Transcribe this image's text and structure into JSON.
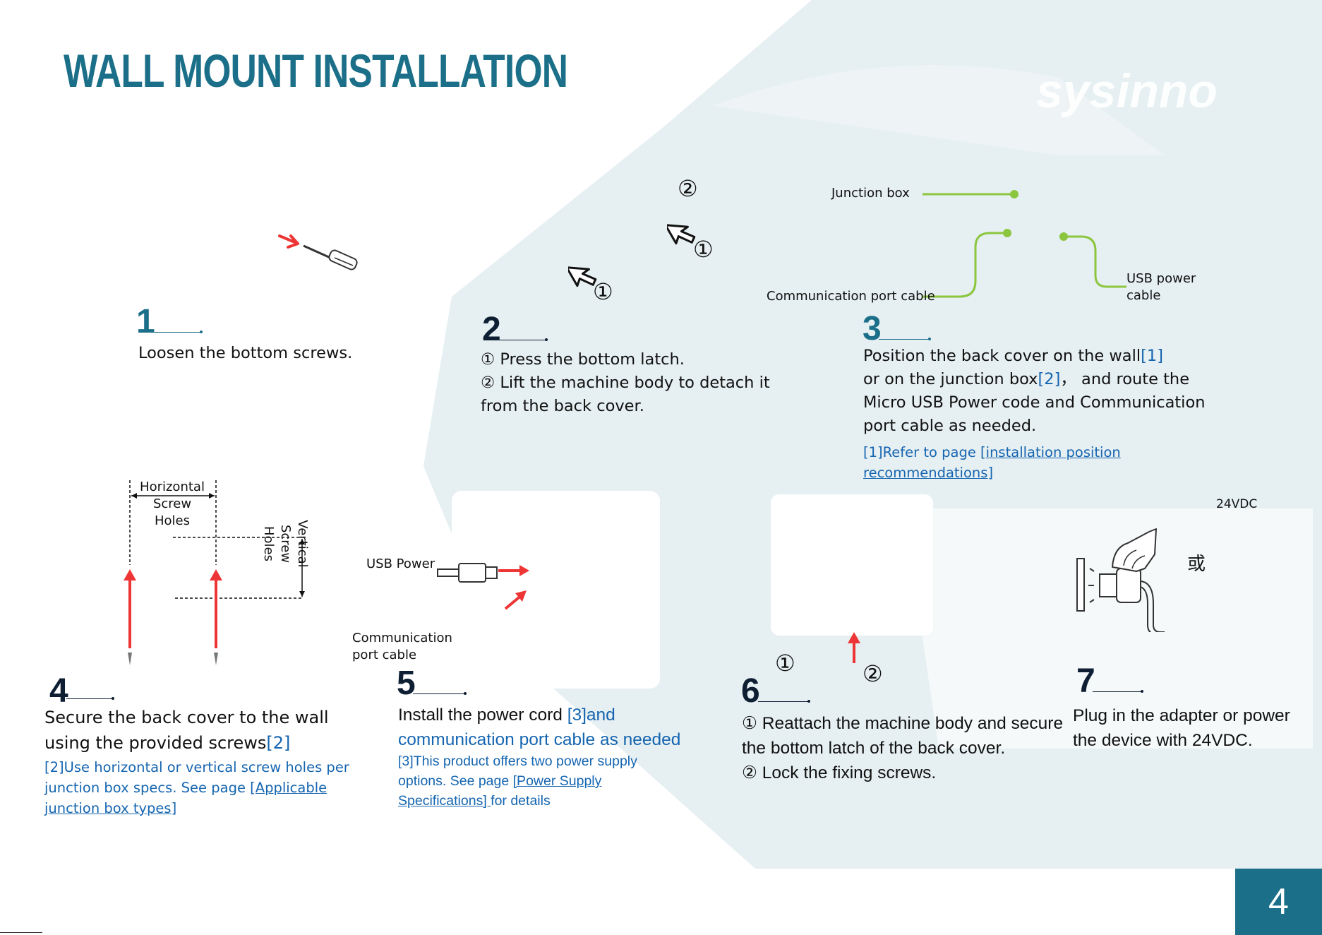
{
  "header": {
    "title": "WALL MOUNT INSTALLATION",
    "watermark": "sysinno"
  },
  "steps": {
    "s1": {
      "num": "1",
      "text": "Loosen the bottom screws."
    },
    "s2": {
      "num": "2",
      "line1": "① Press the bottom latch.",
      "line2": "② Lift the machine body to detach it",
      "line3": "from the back cover."
    },
    "s3": {
      "num": "3",
      "l1a": "Position the back cover on the wall",
      "l1ref": "[1]",
      "l2a": "or on the junction box",
      "l2ref": "[2]",
      "l2b": "，  and route the",
      "l3": "Micro USB Power code and Communication",
      "l4": "port cable as needed.",
      "note_a": "[1]Refer to page [",
      "note_link1": "installation position",
      "note_link2": "recommendations",
      "note_b": "]"
    },
    "s4": {
      "num": "4",
      "l1": "Secure the back cover to the wall",
      "l2a": "using the provided screws",
      "l2ref": "[2]",
      "note1": "[2]Use horizontal or vertical screw holes per",
      "note2a": "junction box specs. See page ",
      "note2link": "[Applicable",
      "note3link": "junction box types",
      "note3b": "]"
    },
    "s5": {
      "num": "5",
      "l1a": "Install the power cord ",
      "l1b": "[3]and",
      "l2": "communication port cable as needed",
      "note1": "[3]This product offers two power supply",
      "note2a": "options. See page ",
      "note2link": "[Power Supply",
      "note3link": "Specifications] ",
      "note3b": "for details"
    },
    "s6": {
      "num": "6",
      "l1": "① Reattach the machine body and secure",
      "l2": "the bottom latch of the back cover.",
      "l3": "② Lock the fixing screws."
    },
    "s7": {
      "num": "7",
      "l1": "Plug in the adapter or power",
      "l2": "the device with 24VDC."
    }
  },
  "labels": {
    "junction_box": "Junction box",
    "comm_cable_3": "Communication port cable",
    "usb_power_cable_1": "USB power",
    "usb_power_cable_2": "cable",
    "horizontal_1": "Horizontal",
    "horizontal_2": "Screw",
    "horizontal_3": "Holes",
    "vertical_1": "Vertical",
    "vertical_2": "Screw",
    "vertical_3": "Holes",
    "usb_power_5": "USB Power",
    "comm_5_1": "Communication",
    "comm_5_2": "port cable",
    "vdc": "24VDC",
    "or_char": "或",
    "c1": "①",
    "c2": "②"
  },
  "footer": {
    "page_number": "4"
  },
  "colors": {
    "brand": "#1b6f88",
    "link": "#1565b0",
    "arrow": "#ee3535",
    "cable": "#8cc63f",
    "background_shape": "#e4eef1"
  }
}
